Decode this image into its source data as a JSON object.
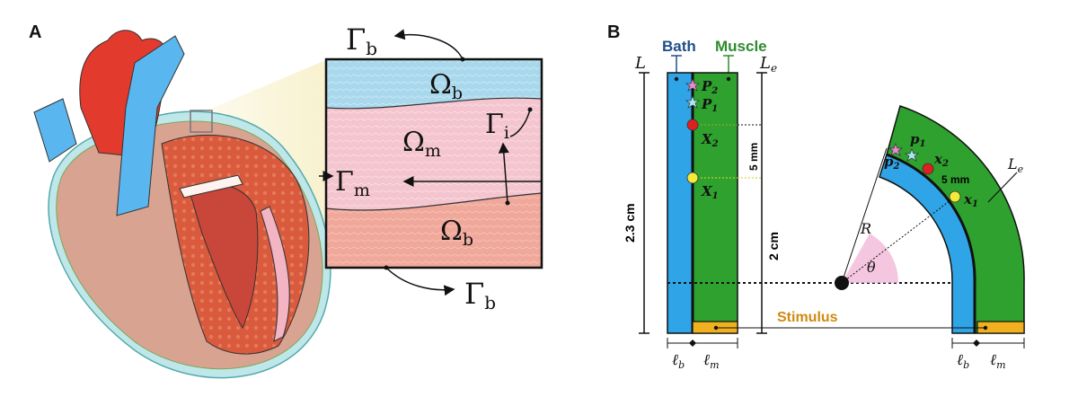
{
  "panel_a": {
    "label": "A",
    "gamma_b_top": "Γ",
    "gamma_b_top_sub": "b",
    "gamma_b_bottom": "Γ",
    "gamma_b_bottom_sub": "b",
    "gamma_m": "Γ",
    "gamma_m_sub": "m",
    "gamma_i": "Γ",
    "gamma_i_sub": "i",
    "omega_b_top": "Ω",
    "omega_b_top_sub": "b",
    "omega_m": "Ω",
    "omega_m_sub": "m",
    "omega_b_bottom": "Ω",
    "omega_b_bottom_sub": "b"
  },
  "panel_b": {
    "label": "B",
    "bath_label": "Bath",
    "muscle_label": "Muscle",
    "L": "L",
    "Le": "L",
    "Le_sub": "e",
    "length_total": "2.3 cm",
    "length_2cm": "2 cm",
    "dist_5mm_left": "5 mm",
    "dist_5mm_right": "5 mm",
    "P2": "P",
    "P2_sub": "2",
    "P1": "P",
    "P1_sub": "1",
    "X2": "X",
    "X2_sub": "2",
    "X1": "X",
    "X1_sub": "1",
    "p1": "p",
    "p1_sub": "1",
    "p2": "p",
    "p2_sub": "2",
    "x2": "x",
    "x2_sub": "2",
    "x1": "x",
    "x1_sub": "1",
    "R": "R",
    "theta": "θ",
    "Le_right": "L",
    "Le_right_sub": "e",
    "stimulus": "Stimulus",
    "lb_left": "ℓ",
    "lb_left_sub": "b",
    "lm_left": "ℓ",
    "lm_left_sub": "m",
    "lb_right": "ℓ",
    "lb_right_sub": "b",
    "lm_right": "ℓ",
    "lm_right_sub": "m"
  },
  "colors": {
    "bath": "#2fa4e7",
    "muscle": "#2ea12e",
    "stimulus": "#f0b020",
    "stimulus_text": "#d08a10",
    "bath_text": "#1f4e8c",
    "muscle_text": "#2e8b2e",
    "omega_b_top": "#a9d8ec",
    "omega_m": "#f4c5cf",
    "omega_b_bottom": "#f0a89a",
    "red_point": "#e02020",
    "yellow_point": "#f5ea3a"
  }
}
